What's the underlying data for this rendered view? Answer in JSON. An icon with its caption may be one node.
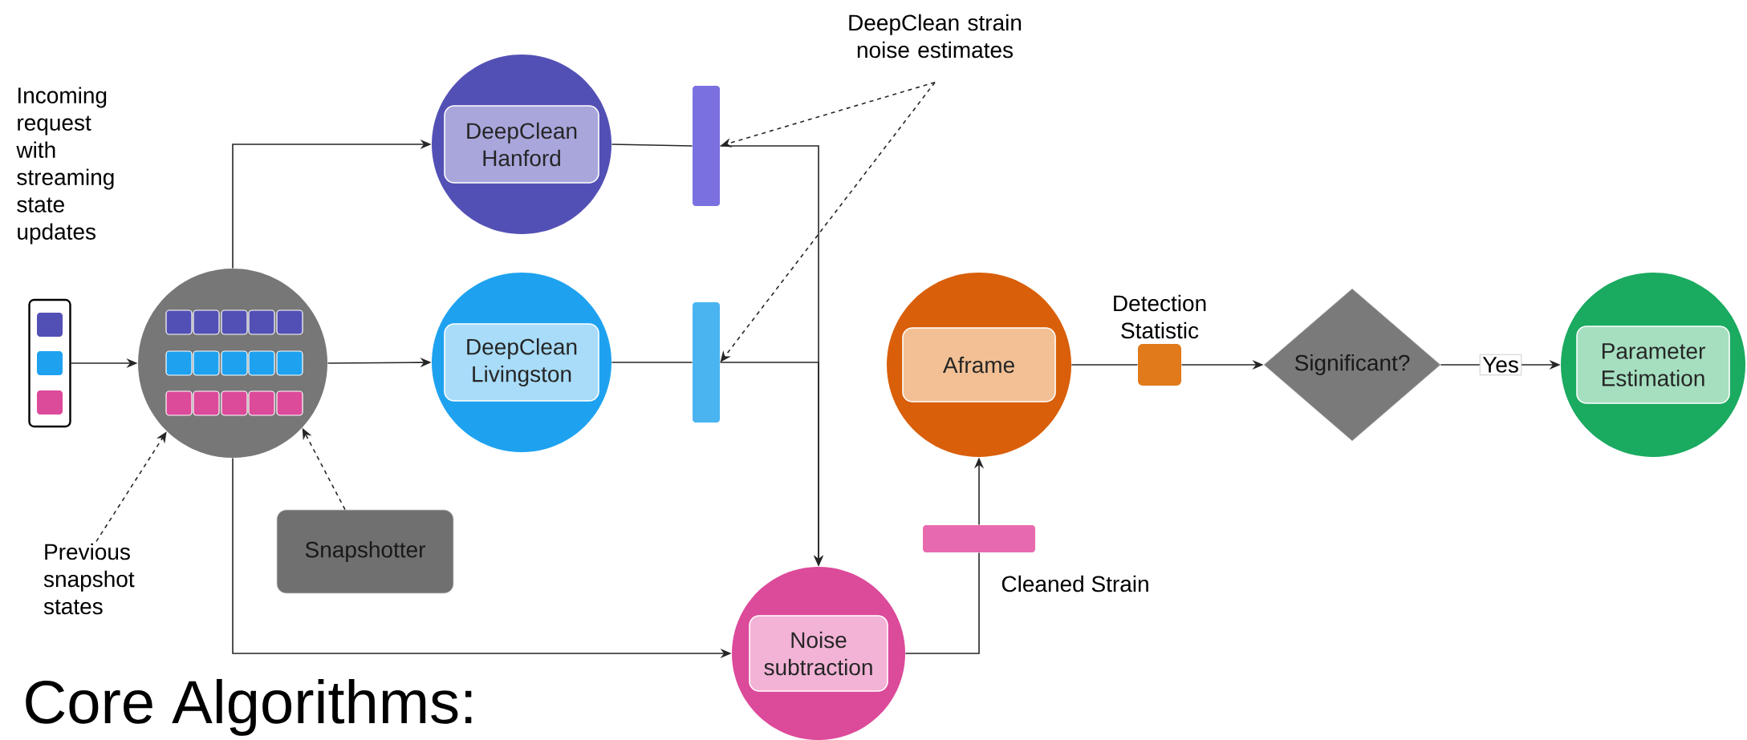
{
  "diagram": {
    "nodes": [
      {
        "text": [],
        "shape": "box"
      },
      {
        "text": [],
        "shape": "circle"
      },
      {
        "text": [
          "DeepClean Hanford"
        ]
      },
      {
        "text": [
          "DeepClean Livingston"
        ]
      },
      {
        "text": [],
        "shape": "bar"
      },
      {
        "text": [],
        "shape": "bar"
      },
      {
        "text": [
          "Noise subtraction"
        ]
      },
      {
        "text": [],
        "shape": "bar",
        "beside": [
          "Cleaned Strain"
        ]
      },
      {
        "text": [
          "Aframe"
        ]
      },
      {
        "text": [],
        "shape": "box",
        "beside": [
          "Detection Statistic"
        ]
      },
      {
        "text": [
          "Significant?"
        ]
      },
      {
        "text": [
          "Parameter Estimation"
        ]
      },
      {
        "text": [
          "Snapshotter"
        ]
      },
      {
        "text": [
          "Previous snapshot states"
        ]
      },
      {
        "text": [
          "DeepClean strain noise estimates"
        ]
      }
    ],
    "edges": [
      {
        "from": 0,
        "to": 1,
        "arrow": "to"
      },
      {
        "from": 1,
        "to": 2,
        "arrow": "to"
      },
      {
        "from": 1,
        "to": 3,
        "arrow": "to"
      },
      {
        "from": 2,
        "to": 4,
        "arrow": "none"
      },
      {
        "from": 3,
        "to": 5,
        "arrow": "none"
      },
      {
        "from": 4,
        "to": 6,
        "arrow": "to"
      },
      {
        "from": 5,
        "to": 6,
        "arrow": "to"
      },
      {
        "from": 1,
        "to": 6,
        "arrow": "to"
      },
      {
        "from": 6,
        "to": 7,
        "arrow": "none"
      },
      {
        "from": 7,
        "to": 8,
        "arrow": "to"
      },
      {
        "from": 8,
        "to": 9,
        "arrow": "none"
      },
      {
        "from": 9,
        "to": 10,
        "arrow": "to"
      },
      {
        "from": 10,
        "to": 11,
        "arrow": "to",
        "label": "Yes"
      },
      {
        "from": 12,
        "to": 1,
        "arrow": "to",
        "style": "dashed"
      },
      {
        "from": 13,
        "to": 1,
        "arrow": "to",
        "style": "dashed"
      },
      {
        "from": 14,
        "to": 4,
        "arrow": "to",
        "style": "dashed"
      },
      {
        "from": 14,
        "to": 5,
        "arrow": "to",
        "style": "dashed"
      }
    ],
    "labels": [
      "Incoming request with streaming state updates",
      "Core Algorithms:"
    ]
  }
}
